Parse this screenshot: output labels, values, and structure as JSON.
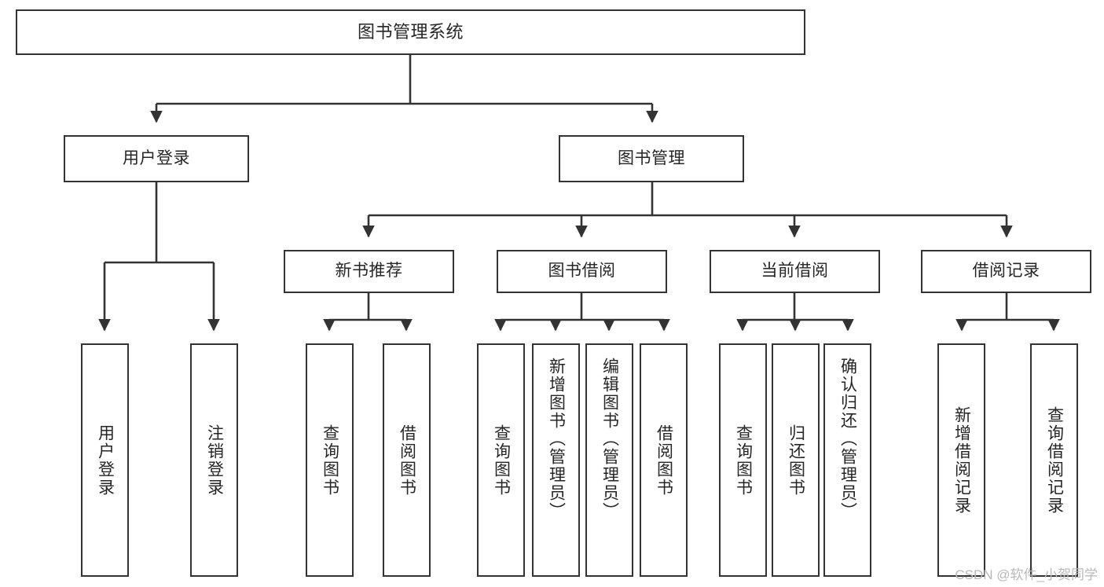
{
  "diagram": {
    "title": "图书管理系统",
    "type": "tree-hierarchy",
    "watermark": "CSDN @软件_小贺同学",
    "style": {
      "border_color": "#333333",
      "text_color": "#262626",
      "background": "#ffffff",
      "edge_color": "#333333",
      "watermark_color": "#b9b9b9"
    },
    "nodes": {
      "root": {
        "label": "图书管理系统"
      },
      "level2": [
        {
          "label": "用户登录"
        },
        {
          "label": "图书管理"
        }
      ],
      "level3": [
        {
          "label": "新书推荐"
        },
        {
          "label": "图书借阅"
        },
        {
          "label": "当前借阅"
        },
        {
          "label": "借阅记录"
        }
      ],
      "leaves_user_login": [
        {
          "label": "用户登录"
        },
        {
          "label": "注销登录"
        }
      ],
      "leaves_new_book": [
        {
          "label": "查询图书"
        },
        {
          "label": "借阅图书"
        }
      ],
      "leaves_borrow": [
        {
          "label": "查询图书"
        },
        {
          "label": "新增图书（管理员）"
        },
        {
          "label": "编辑图书（管理员）"
        },
        {
          "label": "借阅图书"
        }
      ],
      "leaves_current": [
        {
          "label": "查询图书"
        },
        {
          "label": "归还图书"
        },
        {
          "label": "确认归还（管理员）"
        }
      ],
      "leaves_records": [
        {
          "label": "新增借阅记录"
        },
        {
          "label": "查询借阅记录"
        }
      ]
    }
  }
}
